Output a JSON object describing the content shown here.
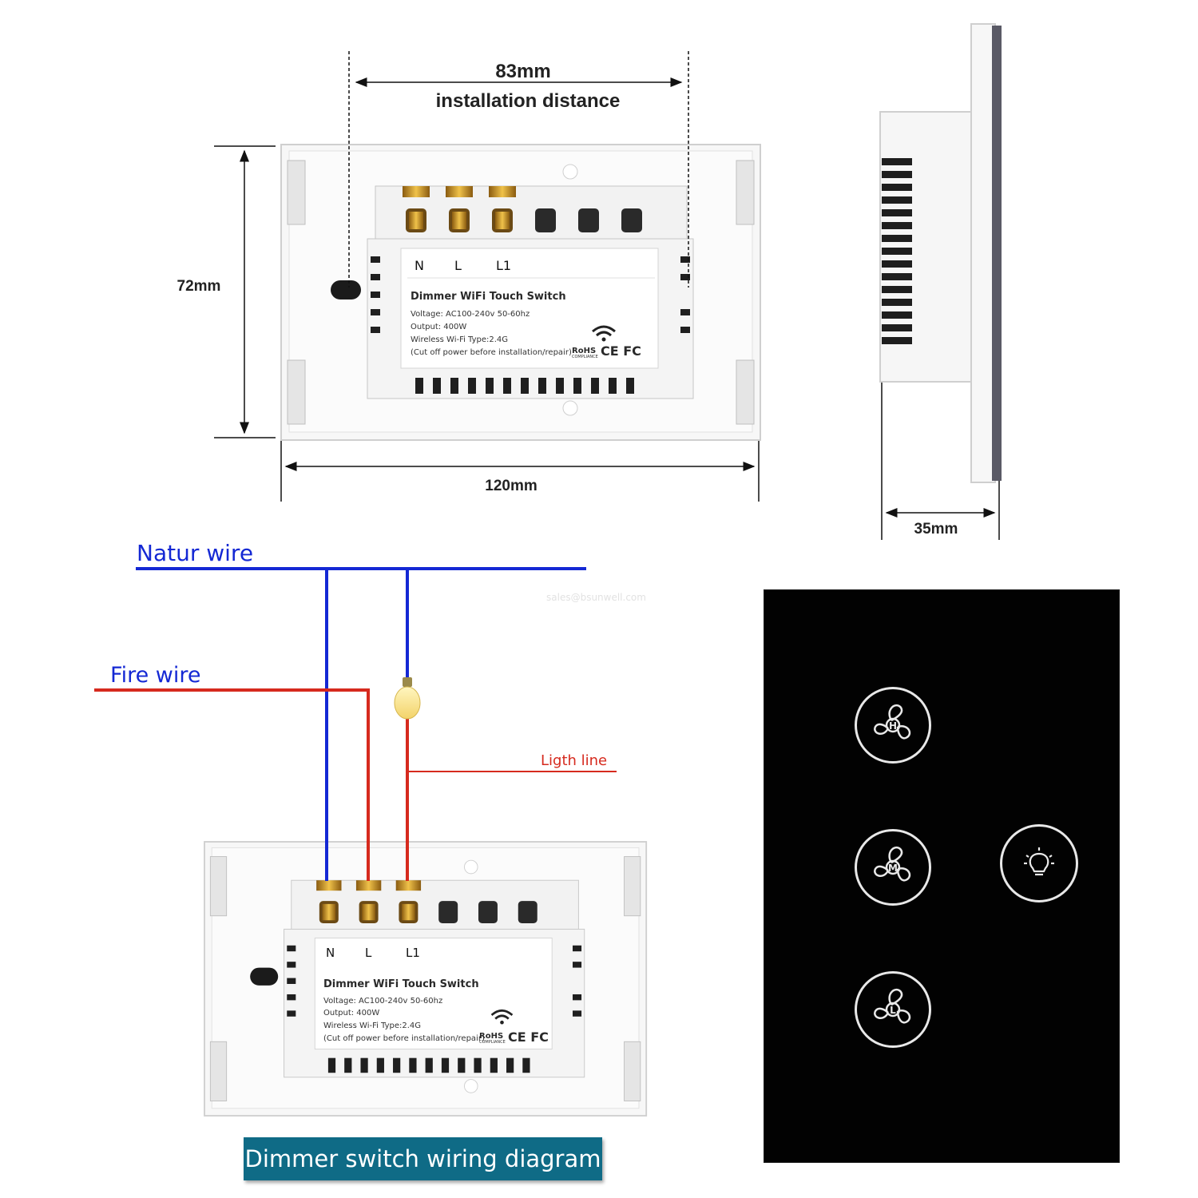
{
  "top_dims": {
    "install_value": "83mm",
    "install_label": "installation distance",
    "height": "72mm",
    "width": "120mm",
    "depth": "35mm"
  },
  "switch_back": {
    "terminals": [
      "N",
      "L",
      "L1"
    ],
    "title": "Dimmer WiFi Touch Switch",
    "lines": [
      "Voltage: AC100-240v  50-60hz",
      "Output: 400W",
      "Wireless Wi-Fi Type:2.4G",
      "(Cut off power before installation/repair)"
    ],
    "cert": "RoHS",
    "cert_sub": "COMPLIANCE",
    "marks": "CE FC"
  },
  "wiring": {
    "neutral_label": "Natur wire",
    "fire_label": "Fire wire",
    "light_label": "Ligth line",
    "watermark": "sales@bsunwell.com",
    "neutral_color": "#1428d4",
    "fire_color": "#d62a1e"
  },
  "banner": {
    "title": "Dimmer switch wiring diagram"
  },
  "front_panel": {
    "buttons": [
      {
        "icon": "fan-high-icon",
        "letter": "H"
      },
      {
        "icon": "fan-medium-icon",
        "letter": "M"
      },
      {
        "icon": "fan-low-icon",
        "letter": "L"
      },
      {
        "icon": "light-bulb-icon",
        "letter": ""
      }
    ]
  }
}
